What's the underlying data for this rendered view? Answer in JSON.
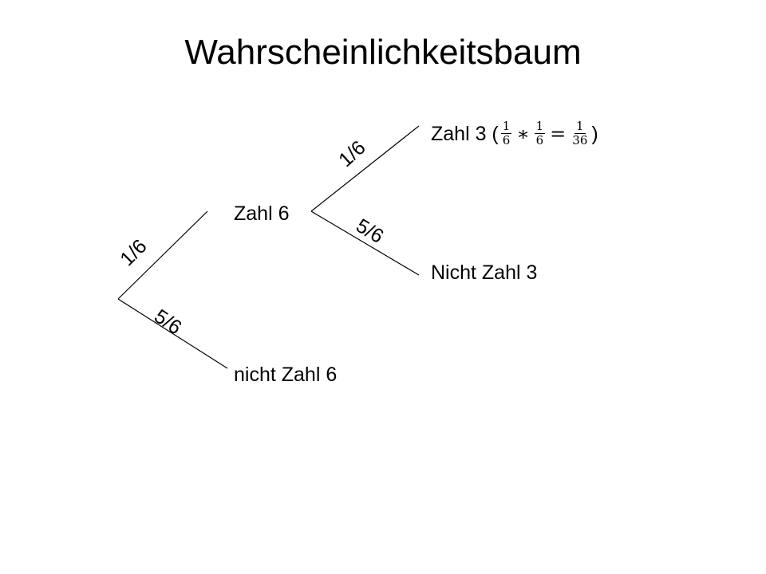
{
  "title": "Wahrscheinlichkeitsbaum",
  "nodes": {
    "zahl6": "Zahl 6",
    "nicht_zahl6": "nicht Zahl 6",
    "zahl3_prefix": "Zahl 3 (",
    "nicht_zahl3": "Nicht Zahl 3"
  },
  "formula": {
    "frac1_num": "1",
    "frac1_den": "6",
    "times": "∗",
    "frac2_num": "1",
    "frac2_den": "6",
    "equals": "=",
    "frac3_num": "1",
    "frac3_den": "36",
    "close_paren": ")"
  },
  "probabilities": {
    "root_to_zahl6": "1/6",
    "root_to_nicht_zahl6": "5/6",
    "zahl6_to_zahl3": "1/6",
    "zahl6_to_nicht_zahl3": "5/6"
  }
}
